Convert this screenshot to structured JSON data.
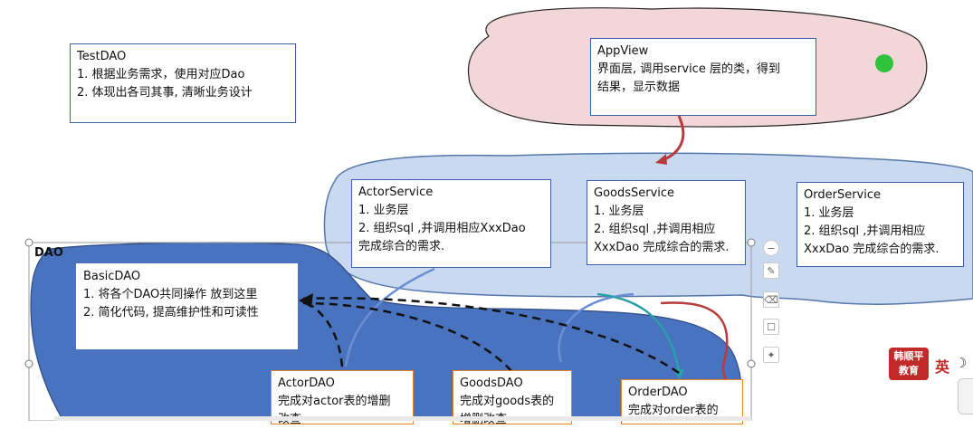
{
  "test_dao": {
    "title": "TestDAO",
    "line1": "1. 根据业务需求，使用对应Dao",
    "line2": "2. 体现出各司其事, 清晰业务设计"
  },
  "app_view": {
    "title": "AppView",
    "line1": "界面层, 调用service 层的类，得到",
    "line2": "结果，显示数据"
  },
  "actor_service": {
    "title": "ActorService",
    "line1": "1. 业务层",
    "line2": "2. 组织sql ,并调用相应XxxDao",
    "line3": "完成综合的需求."
  },
  "goods_service": {
    "title": "GoodsService",
    "line1": "1. 业务层",
    "line2": "2. 组织sql ,并调用相应",
    "line3": "XxxDao 完成综合的需求."
  },
  "order_service": {
    "title": "OrderService",
    "line1": "1. 业务层",
    "line2": "2. 组织sql ,并调用相应",
    "line3": "XxxDao 完成综合的需求."
  },
  "dao_group": {
    "label": "DAO"
  },
  "basic_dao": {
    "title": "BasicDAO",
    "line1": "1. 将各个DAO共同操作 放到这里",
    "line2": "2.  简化代码, 提高维护性和可读性"
  },
  "actor_dao": {
    "title": "ActorDAO",
    "line1": "完成对actor表的增删",
    "line2": "改查"
  },
  "goods_dao": {
    "title": "GoodsDAO",
    "line1": "完成对goods表的",
    "line2": "增删改查"
  },
  "order_dao": {
    "title": "OrderDAO",
    "line1": "完成对order表的"
  },
  "watermark": {
    "line1": "韩顺平",
    "line2": "教育"
  },
  "ime_indicator": "英",
  "colors": {
    "view_cloud": "#f2d6d8",
    "service_cloud": "#c9d9f0",
    "dao_blob": "#4a73bf",
    "box_border": "#3b5fa8",
    "dao_box_border": "#e8852a",
    "curve_red": "#b83b3b",
    "curve_blue": "#6a8ed6",
    "curve_teal": "#2aa0a8"
  }
}
